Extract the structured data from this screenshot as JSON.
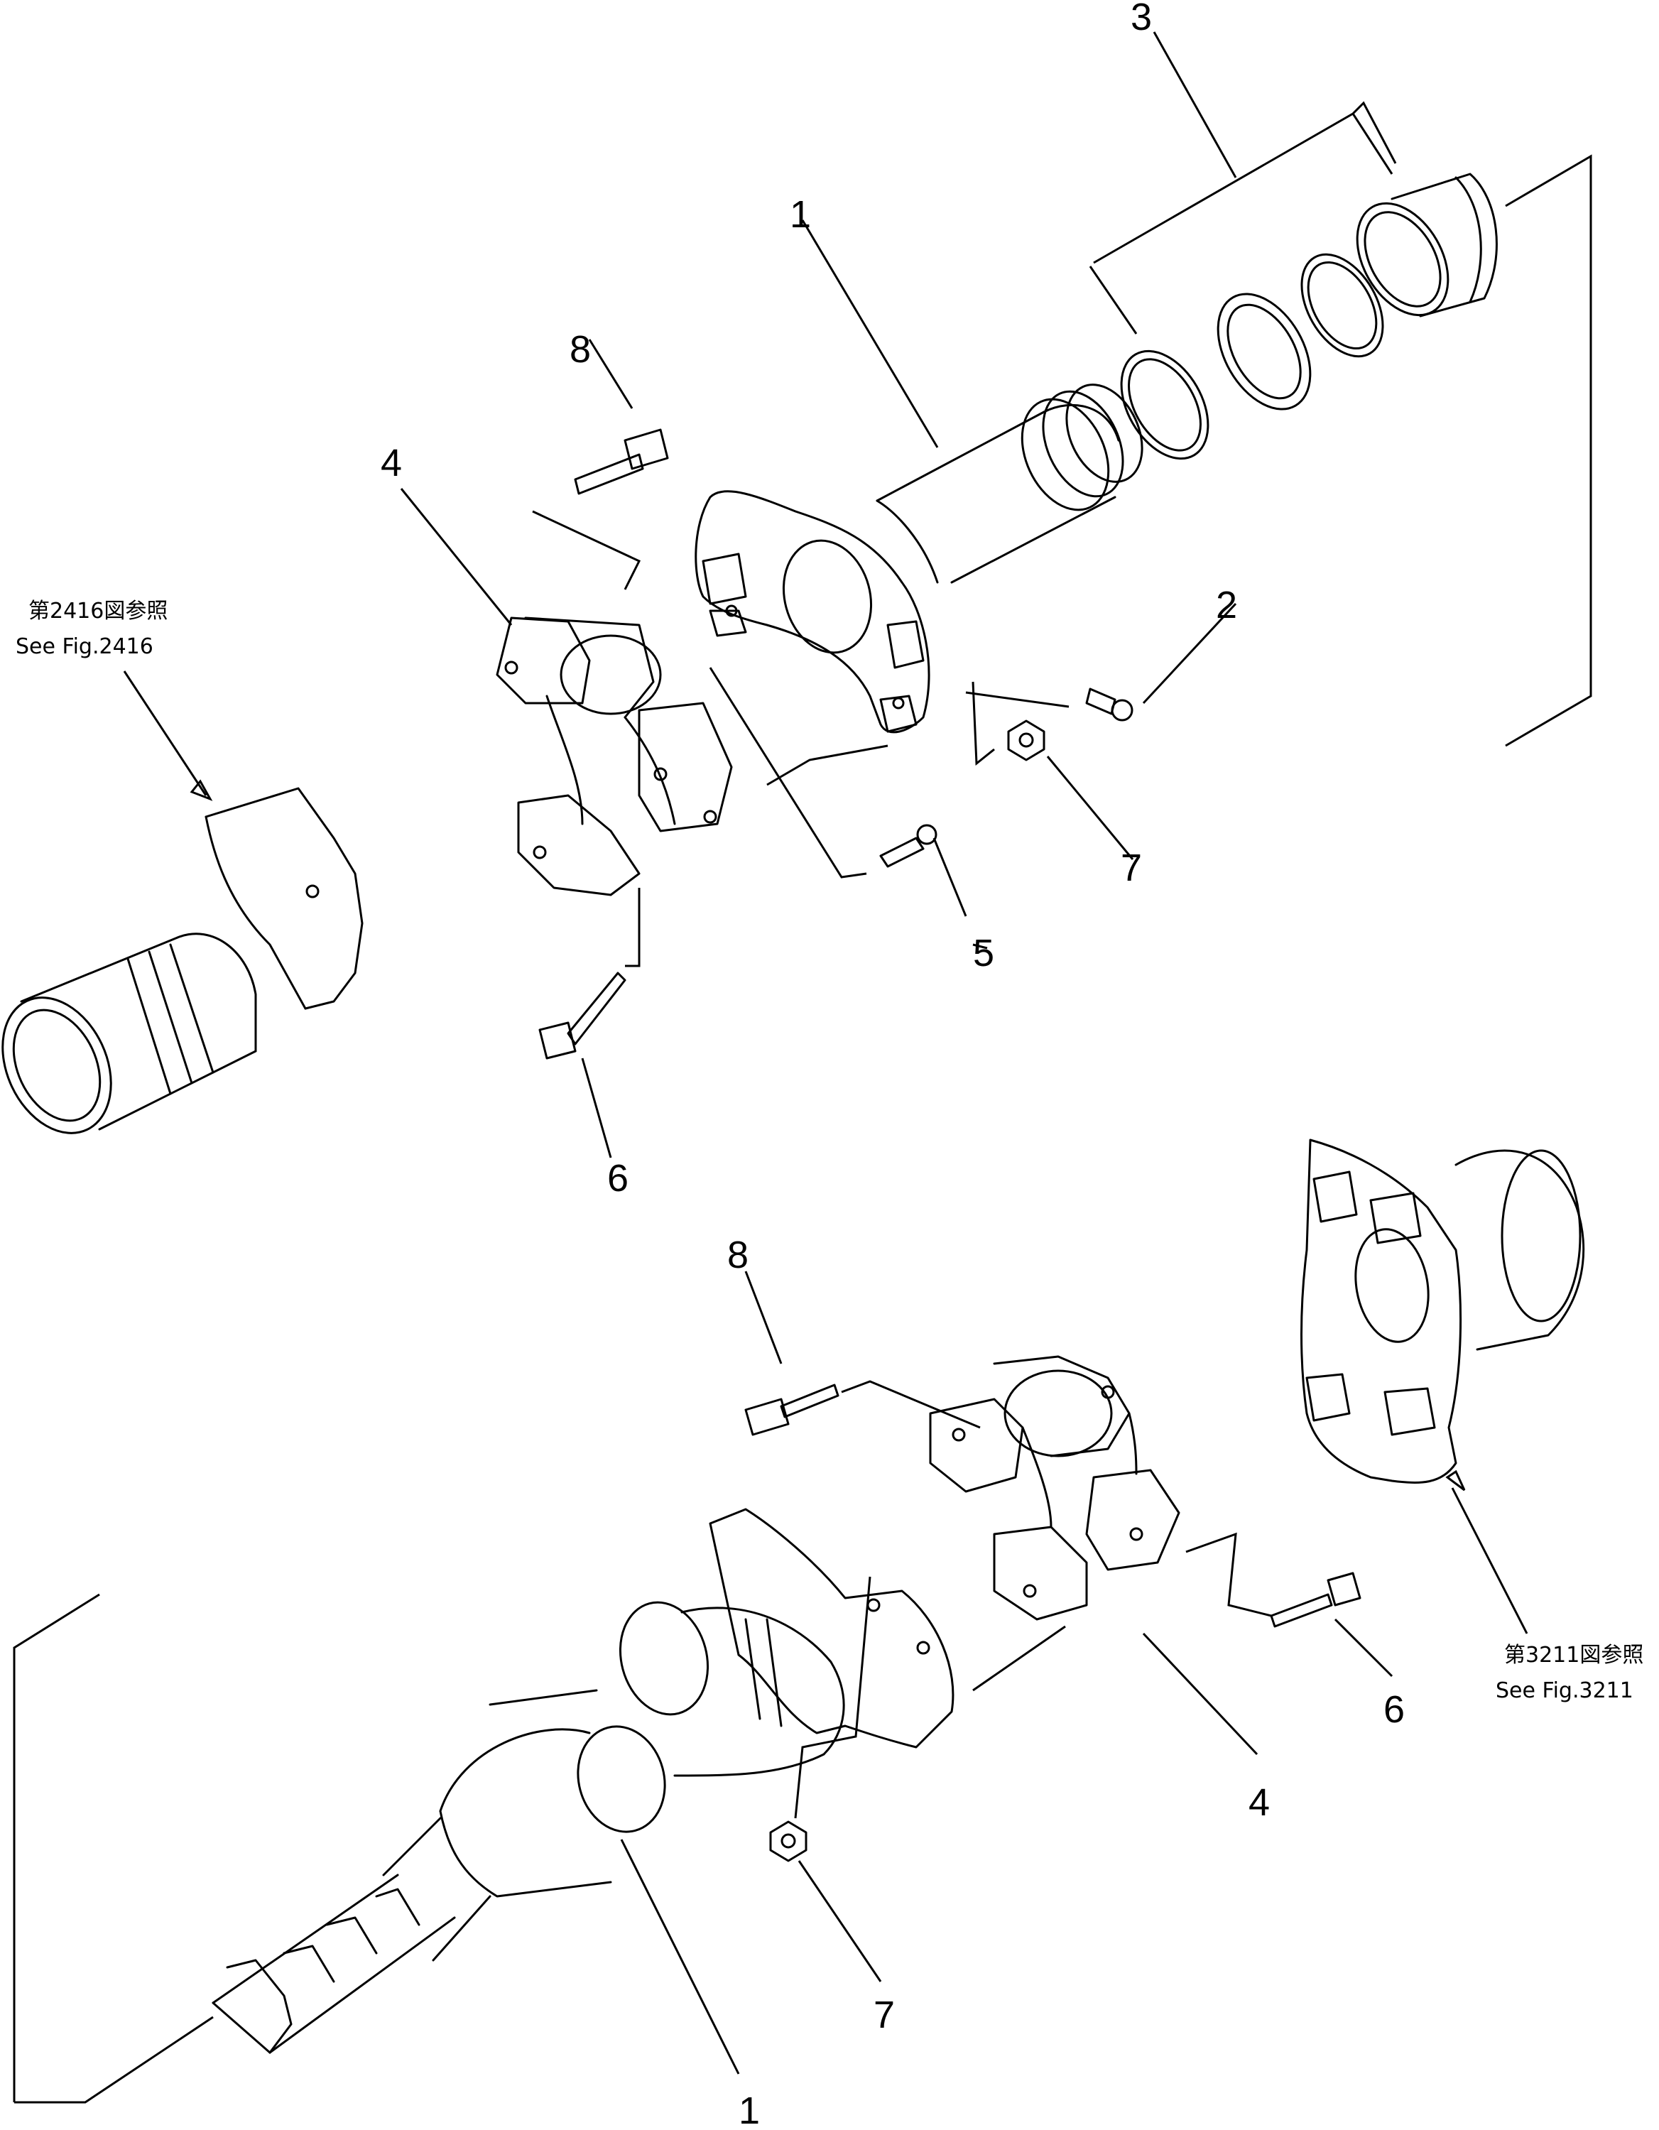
{
  "references": {
    "upper": {
      "jp": "第2416図参照",
      "en": "See Fig.2416"
    },
    "lower": {
      "jp": "第3211図参照",
      "en": "See Fig.3211"
    }
  },
  "callouts": {
    "upper": {
      "c1": "1",
      "c2": "2",
      "c3": "3",
      "c4": "4",
      "c5": "5",
      "c6": "6",
      "c7": "7",
      "c8": "8"
    },
    "lower": {
      "c1": "1",
      "c4": "4",
      "c6": "6",
      "c7": "7",
      "c8": "8"
    }
  }
}
